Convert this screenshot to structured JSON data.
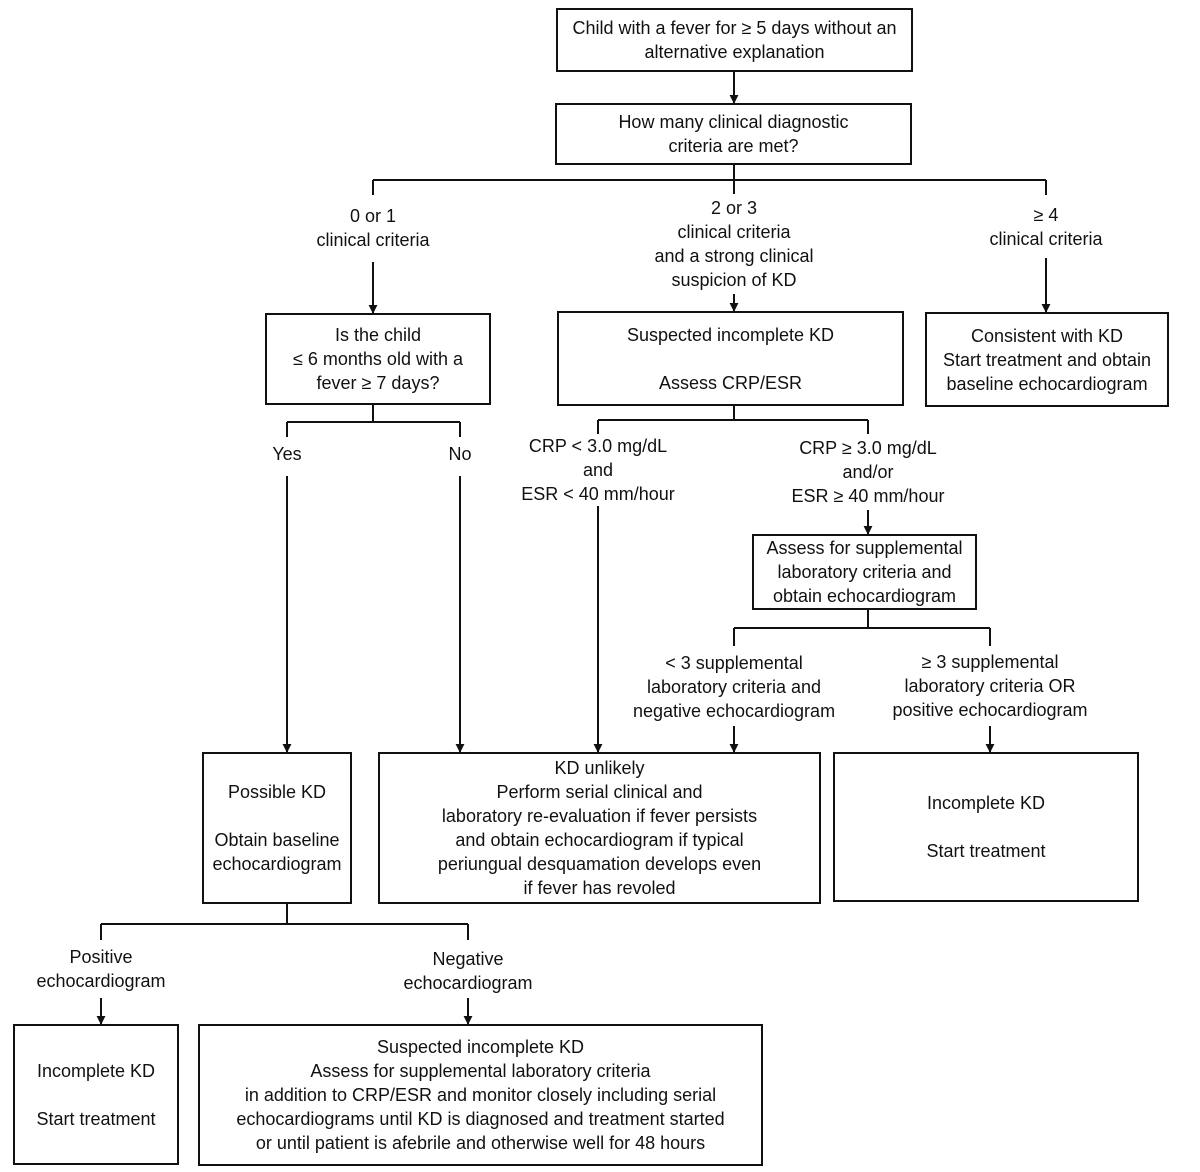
{
  "nodes": {
    "start": [
      "Child with a fever for ≥ 5 days without an",
      "alternative explanation"
    ],
    "criteria_question": [
      "How many clinical diagnostic",
      "criteria are met?"
    ],
    "age_question": [
      "Is the child",
      "≤ 6 months old with a",
      "fever ≥ 7 days?"
    ],
    "suspected_incomplete": {
      "title": "Suspected incomplete KD",
      "action": "Assess CRP/ESR"
    },
    "consistent_kd": [
      "Consistent with KD",
      "Start treatment and obtain",
      "baseline echocardiogram"
    ],
    "assess_supplemental": [
      "Assess for supplemental",
      "laboratory criteria and",
      "obtain echocardiogram"
    ],
    "possible_kd": {
      "title": "Possible KD",
      "action": [
        "Obtain baseline",
        "echocardiogram"
      ]
    },
    "kd_unlikely": [
      "KD unlikely",
      "Perform serial clinical and",
      "laboratory re-evaluation if fever persists",
      "and obtain echocardiogram if typical",
      "periungual desquamation develops even",
      "if fever has revoled"
    ],
    "incomplete_kd_right": {
      "title": "Incomplete KD",
      "action": "Start treatment"
    },
    "incomplete_kd_left": {
      "title": "Incomplete KD",
      "action": "Start treatment"
    },
    "suspected_monitor": [
      "Suspected incomplete KD",
      "Assess for supplemental laboratory criteria",
      "in addition to CRP/ESR and monitor closely including serial",
      "echocardiograms until KD is diagnosed and treatment started",
      "or until patient is afebrile and otherwise well for 48 hours"
    ]
  },
  "edge_labels": {
    "zero_one": [
      "0 or 1",
      "clinical criteria"
    ],
    "two_three": [
      "2 or 3",
      "clinical criteria",
      "and a strong clinical",
      "suspicion of KD"
    ],
    "four_plus": [
      "≥ 4",
      "clinical criteria"
    ],
    "yes": "Yes",
    "no": "No",
    "crp_low": [
      "CRP < 3.0 mg/dL",
      "and",
      "ESR < 40 mm/hour"
    ],
    "crp_high": [
      "CRP ≥ 3.0 mg/dL",
      "and/or",
      "ESR ≥ 40 mm/hour"
    ],
    "lt3_supp": [
      "< 3 supplemental",
      "laboratory criteria and",
      "negative echocardiogram"
    ],
    "ge3_supp": [
      "≥ 3 supplemental",
      "laboratory criteria OR",
      "positive echocardiogram"
    ],
    "pos_echo": [
      "Positive",
      "echocardiogram"
    ],
    "neg_echo": [
      "Negative",
      "echocardiogram"
    ]
  }
}
